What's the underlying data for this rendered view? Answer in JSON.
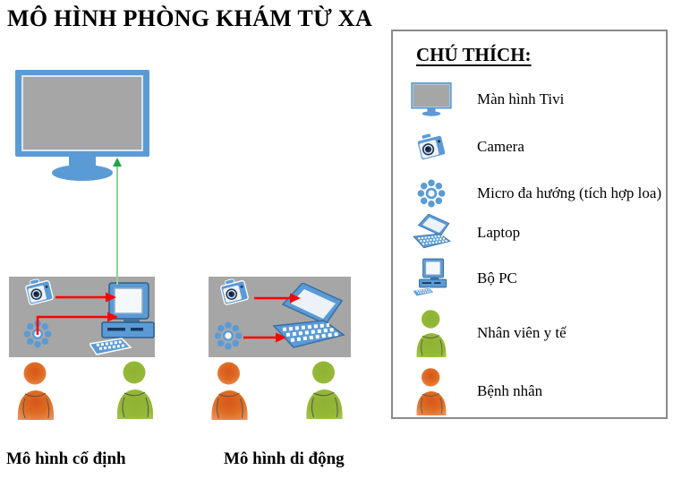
{
  "title": "MÔ HÌNH PHÒNG KHÁM TỪ XA",
  "models": [
    {
      "label": "Mô hình cố định",
      "device_icons": [
        "camera-icon",
        "micro-icon",
        "pc-icon"
      ],
      "people_icons": [
        "patient-icon",
        "staff-icon"
      ]
    },
    {
      "label": "Mô hình di động",
      "device_icons": [
        "camera-icon",
        "micro-icon",
        "laptop-icon"
      ],
      "people_icons": [
        "patient-icon",
        "staff-icon"
      ]
    }
  ],
  "display_icon": "tv-screen-icon",
  "legend": {
    "title": "CHÚ THÍCH:",
    "items": [
      {
        "icon": "tv-screen-icon",
        "label": "Màn hình Tivi"
      },
      {
        "icon": "camera-icon",
        "label": "Camera"
      },
      {
        "icon": "micro-icon",
        "label": "Micro đa hướng (tích hợp loa)"
      },
      {
        "icon": "laptop-icon",
        "label": "Laptop"
      },
      {
        "icon": "pc-icon",
        "label": "Bộ PC"
      },
      {
        "icon": "staff-icon",
        "label": "Nhân viên y tế"
      },
      {
        "icon": "patient-icon",
        "label": "Bệnh nhân"
      }
    ]
  },
  "colors": {
    "device_blue": "#5B9BD5",
    "screen_gray": "#A6A6A6",
    "box_gray": "#A6A6A6",
    "arrow_red": "#FF0000",
    "uplink_green_line": "#8FCF9B",
    "uplink_green_head": "#1FA34A",
    "staff_green": "#94B838",
    "patient_orange": "#DE6B22",
    "legend_border": "#8A8A8A"
  }
}
